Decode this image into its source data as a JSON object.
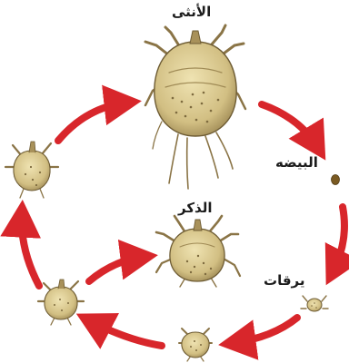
{
  "labels": {
    "female": "الأنثى",
    "egg": "البيضه",
    "male": "الذكر",
    "larvae": "يرقات"
  },
  "colors": {
    "arrow": "#d8262b",
    "arrow_dark": "#9a1519",
    "mite_body": "#d8c688",
    "mite_shade": "#a8915a",
    "mite_outline": "#6e5c34",
    "leg": "#8a7446",
    "egg": "#7a5a22",
    "text": "#1c1c1c"
  },
  "icons": [
    "female-mite-icon",
    "egg-icon",
    "larva-icon",
    "nymph-icon",
    "male-mite-icon",
    "cycle-arrow-icon"
  ]
}
